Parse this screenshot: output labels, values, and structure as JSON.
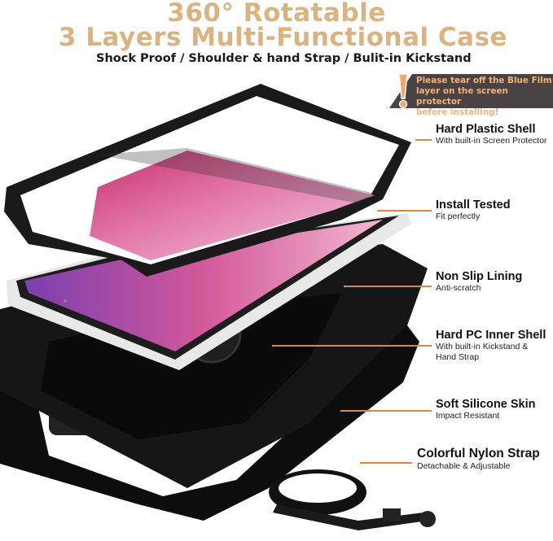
{
  "header": {
    "title_line1": "360° Rotatable",
    "title_line2": "3 Layers Multi-Functional Case",
    "subtitle": "Shock Proof / Shoulder & hand Strap / Bulit-in Kickstand",
    "title_color": "#d9b380"
  },
  "warning": {
    "icon": "exclamation-icon",
    "text_line1": "Please tear off the Blue Film",
    "text_line2": "layer on the screen protector",
    "text_line3": "before installing!",
    "bg_color": "#4a4343",
    "text_color": "#f0b27a"
  },
  "callouts": [
    {
      "title": "Hard Plastic Shell",
      "subtitle": "With built-in Screen Protector"
    },
    {
      "title": "Install Tested",
      "subtitle": "Fit perfectly"
    },
    {
      "title": "Non Slip Lining",
      "subtitle": "Anti-scratch"
    },
    {
      "title": "Hard PC Inner Shell",
      "subtitle_line1": "With built-in Kickstand &",
      "subtitle_line2": "Hand Strap"
    },
    {
      "title": "Soft Silicone Skin",
      "subtitle": "Impact Resistant"
    },
    {
      "title": "Colorful Nylon Strap",
      "subtitle": "Detachable & Adjustable"
    }
  ],
  "leader_color": "#d98a3f"
}
